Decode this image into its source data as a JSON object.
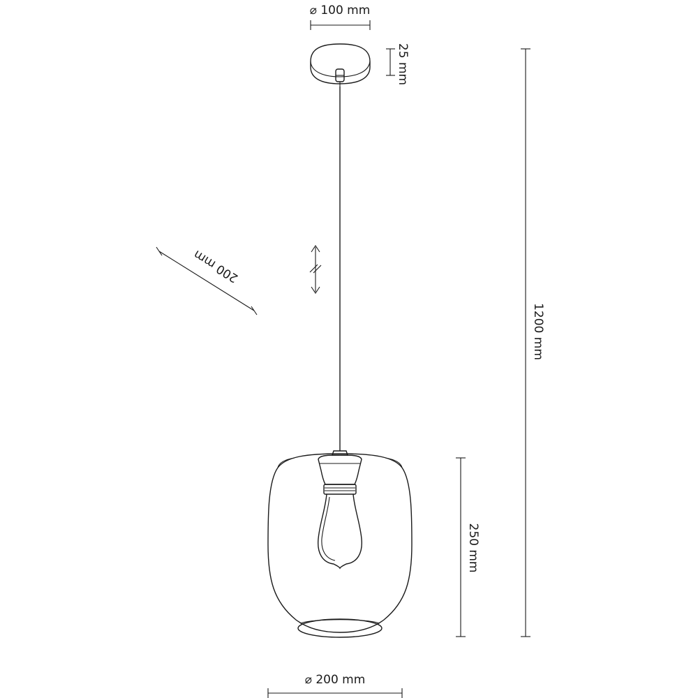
{
  "dimensions": {
    "canopy_diameter": "⌀ 100 mm",
    "canopy_height": "25 mm",
    "total_height": "1200 mm",
    "shade_depth": "200 mm",
    "shade_height": "250 mm",
    "shade_diameter": "⌀ 200 mm"
  },
  "colors": {
    "line": "#1a1a1a",
    "background": "#ffffff"
  }
}
